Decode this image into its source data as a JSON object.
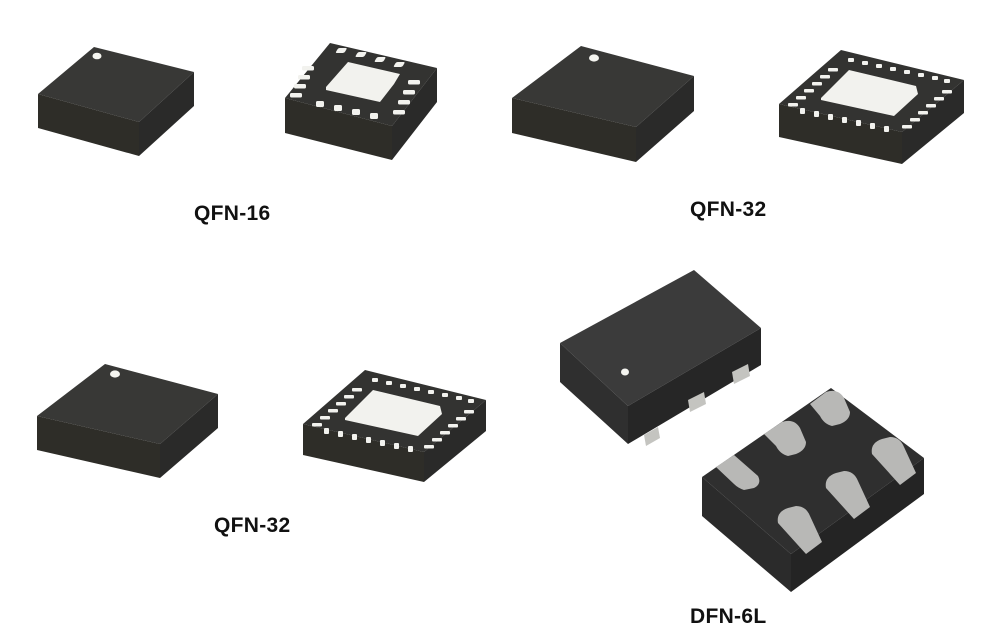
{
  "diagram": {
    "title": "",
    "background": "#ffffff",
    "colors": {
      "body_top": "#383836",
      "body_front": "#2e2d28",
      "body_side": "#2a2a29",
      "pad": "#f2f2ee",
      "pin_mark": "#f5f5f0",
      "dfn_body_top": "#3b3b3b",
      "dfn_body_front": "#2f2f2f",
      "dfn_body_side": "#262626",
      "dfn_pad": "#b8b8b6"
    },
    "groups": [
      {
        "id": "qfn16",
        "label": "QFN-16",
        "package_type": "QFN",
        "pin_count": 16,
        "views": [
          "top-view",
          "bottom-view"
        ]
      },
      {
        "id": "qfn32-a",
        "label": "QFN-32",
        "package_type": "QFN",
        "pin_count": 32,
        "views": [
          "top-view",
          "bottom-view"
        ]
      },
      {
        "id": "qfn32-b",
        "label": "QFN-32",
        "package_type": "QFN",
        "pin_count": 32,
        "views": [
          "top-view",
          "bottom-view"
        ]
      },
      {
        "id": "dfn6l",
        "label": "DFN-6L",
        "package_type": "DFN",
        "pin_count": 6,
        "views": [
          "top-view",
          "bottom-view"
        ]
      }
    ]
  }
}
